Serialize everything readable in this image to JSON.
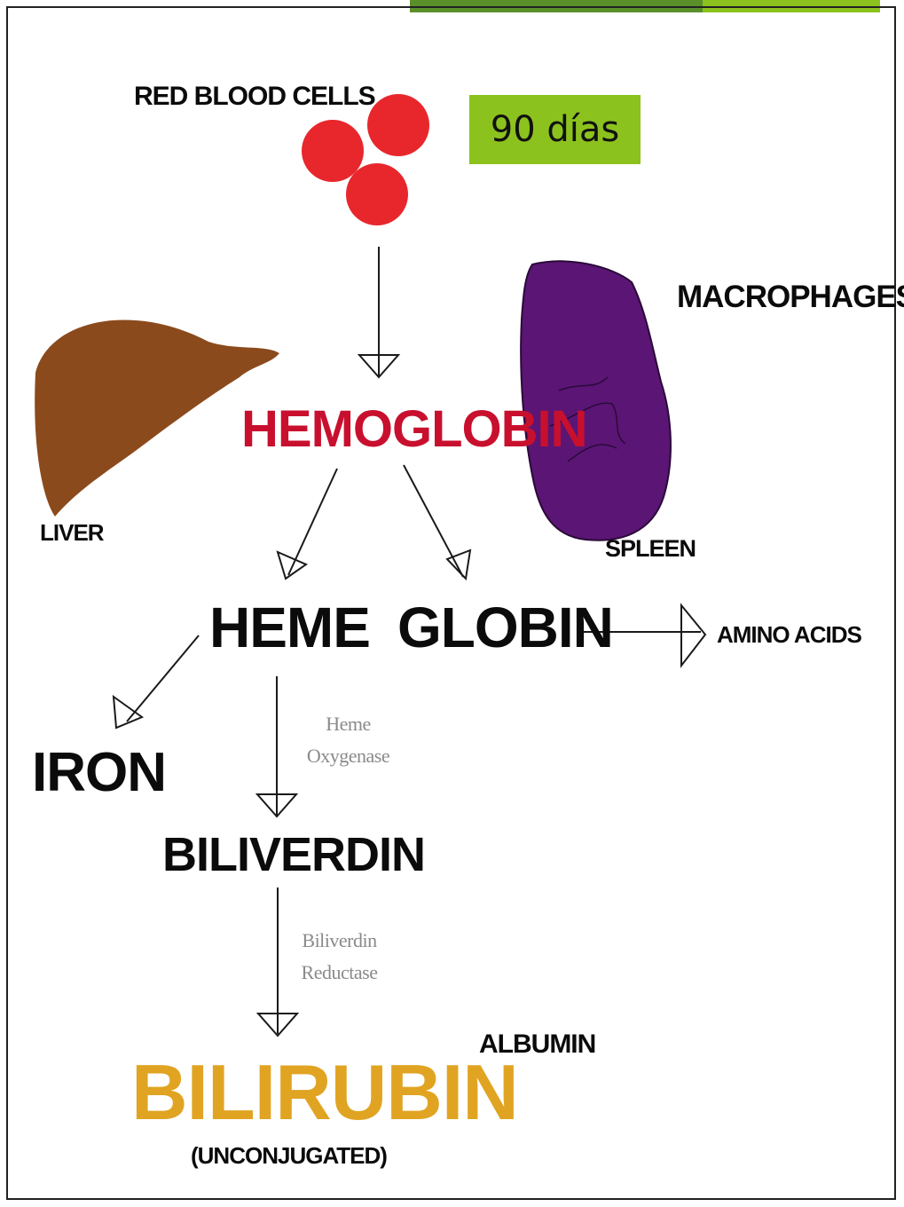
{
  "labels": {
    "red_blood_cells": "RED BLOOD CELLS",
    "hemoglobin": "HEMOGLOBIN",
    "liver": "LIVER",
    "macrophages": "MACROPHAGES",
    "spleen": "SPLEEN",
    "heme": "HEME",
    "globin": "GLOBIN",
    "amino_acids": "AMINO ACIDS",
    "iron": "IRON",
    "biliverdin": "BILIVERDIN",
    "bilirubin": "BILIRUBIN",
    "unconjugated": "(UNCONJUGATED)",
    "albumin": "ALBUMIN"
  },
  "enzymes": {
    "heme_oxygenase_line1": "Heme",
    "heme_oxygenase_line2": "Oxygenase",
    "biliverdin_reductase_line1": "Biliverdin",
    "biliverdin_reductase_line2": "Reductase"
  },
  "badge": {
    "text": "90 días"
  },
  "colors": {
    "hemoglobin": "#c8102e",
    "bilirubin": "#e0a422",
    "red_cell": "#e8272c",
    "liver": "#8b4a1c",
    "spleen": "#5b1575",
    "badge": "#8cc21e",
    "deco_green_dark": "#5a8f2a",
    "deco_green_light": "#8cc21e"
  }
}
